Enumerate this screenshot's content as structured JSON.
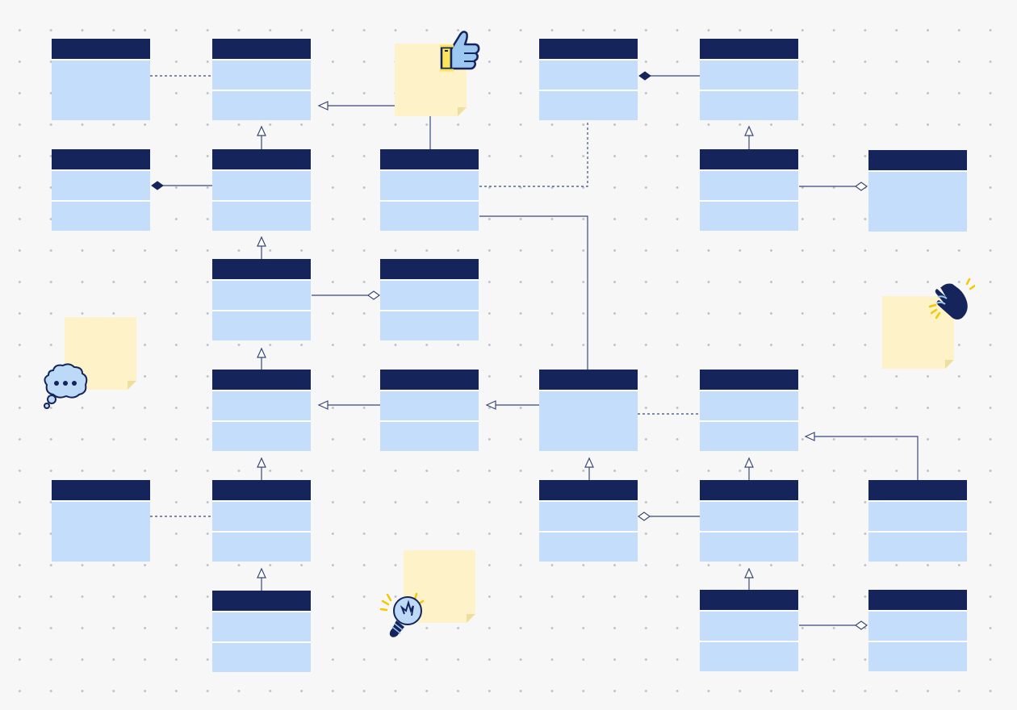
{
  "palette": {
    "header": "#15245a",
    "body": "#c3ddfb",
    "divider": "#ffffff",
    "connector": "#3a4a78",
    "note": "#fdf2c8"
  },
  "stickers": [
    "thumbs-up-icon",
    "waving-hand-icon",
    "thought-bubble-icon",
    "light-bulb-icon"
  ],
  "relationships": [
    "inheritance",
    "composition",
    "aggregation",
    "dependency",
    "association"
  ]
}
